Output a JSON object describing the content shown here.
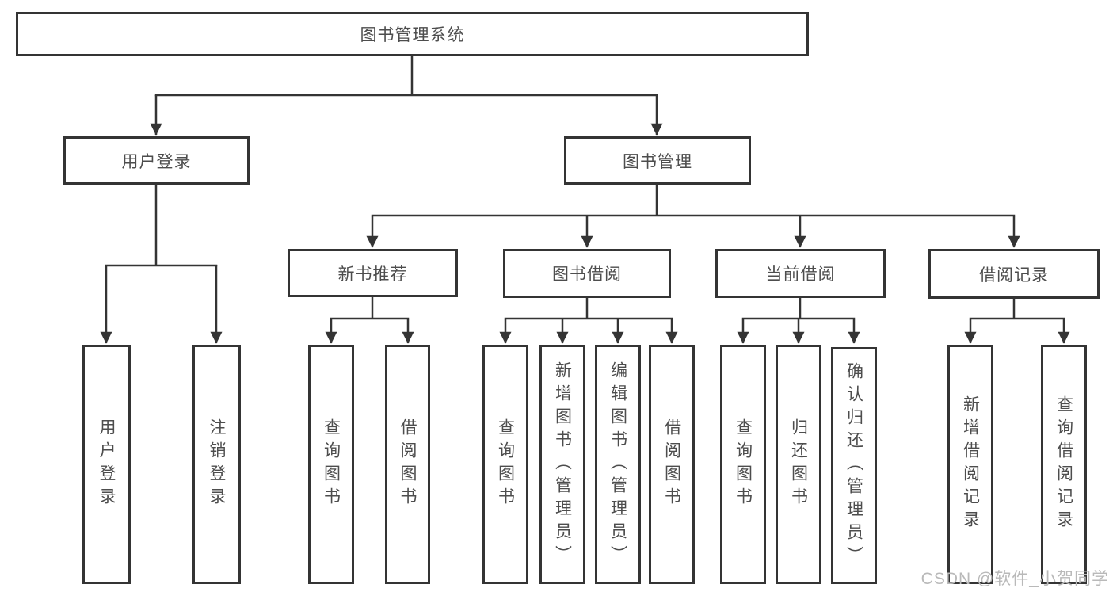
{
  "diagram": {
    "title": "图书管理系统",
    "branches": [
      {
        "label": "用户登录",
        "children": [
          {
            "label": "用户登录"
          },
          {
            "label": "注销登录"
          }
        ]
      },
      {
        "label": "图书管理",
        "children": [
          {
            "label": "新书推荐",
            "children": [
              {
                "label": "查询图书"
              },
              {
                "label": "借阅图书"
              }
            ]
          },
          {
            "label": "图书借阅",
            "children": [
              {
                "label": "查询图书"
              },
              {
                "label": "新增图书（管理员）"
              },
              {
                "label": "编辑图书（管理员）"
              },
              {
                "label": "借阅图书"
              }
            ]
          },
          {
            "label": "当前借阅",
            "children": [
              {
                "label": "查询图书"
              },
              {
                "label": "归还图书"
              },
              {
                "label": "确认归还（管理员）"
              }
            ]
          },
          {
            "label": "借阅记录",
            "children": [
              {
                "label": "新增借阅记录"
              },
              {
                "label": "查询借阅记录"
              }
            ]
          }
        ]
      }
    ]
  },
  "watermark": {
    "text": "CSDN @软件_小贺同学"
  },
  "colors": {
    "line": "#343434",
    "box_border": "#343434",
    "text": "#4d4d4d",
    "watermark": "#b9b9b9",
    "background": "#ffffff"
  }
}
